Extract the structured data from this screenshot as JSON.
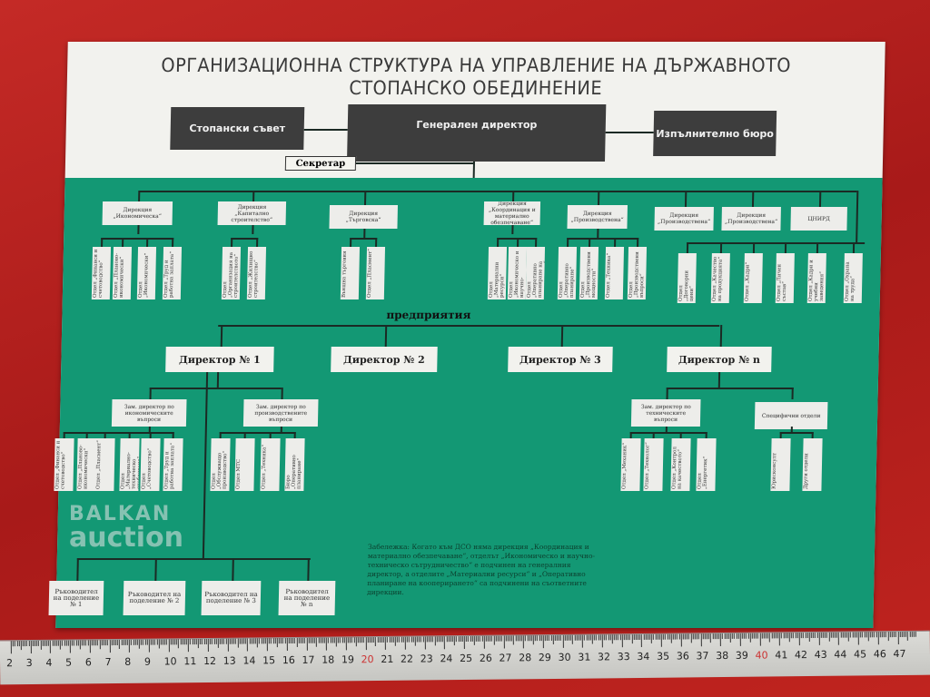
{
  "title": {
    "line1": "ОРГАНИЗАЦИОННА СТРУКТУРА НА УПРАВЛЕНИЕ НА ДЪРЖАВНОТО",
    "line2": "СТОПАНСКО ОБЕДИНЕНИЕ"
  },
  "header": {
    "council": "Стопански съвет",
    "general_director": "Генерален директор",
    "executive_bureau": "Изпълнително бюро",
    "secretary": "Секретар"
  },
  "directorates": [
    {
      "label": "Дирекция „Икономическа“",
      "subs": [
        "Отдел „Финанси и счетоводство“",
        "Отдел „Планово-икономически“",
        "Отдел „Икономически“",
        "Отдел „Труд и работна заплата“"
      ]
    },
    {
      "label": "Дирекция „Капитално строителство“",
      "subs": [
        "Отдел „Организация на строителството“",
        "Отдел „Жилищно строителство“"
      ]
    },
    {
      "label": "Дирекция „Търговска“",
      "subs": [
        "Външна търговия",
        "Отдел „Пласмент“"
      ]
    },
    {
      "label": "Дирекция „Координация и материално обезпечаване“",
      "subs": [
        "Отдел „Материални ресурси“",
        "Отдел „Икономическо и научно-техническо сътрудничество“",
        "Отдел „Оперативно планиране на коопериране“"
      ]
    },
    {
      "label": "Дирекция „Производствена“",
      "subs": [
        "Отдел „Оперативно планиране“",
        "Отдел „Производствени мощности“",
        "Отдел „Техника“",
        "Отдел „Производствени въпроси“"
      ]
    },
    {
      "label": "Дирекция „Производствена“",
      "subs": []
    },
    {
      "label": "Дирекция „Производствена“",
      "subs": []
    },
    {
      "label": "ЦНИРД",
      "subs": []
    }
  ],
  "right_subs": [
    "Отдел „Договорни цени“",
    "Отдел „Качество на продукцията“",
    "Отдел „Кадри“",
    "Отдел „Личен състав“",
    "Отдел „Кадри и учебни заведения“",
    "Отдел „Охрана на труда“"
  ],
  "enterprises_label": "предприятия",
  "directors": [
    "Директор № 1",
    "Директор № 2",
    "Директор № 3",
    "Директор № n"
  ],
  "deputies": [
    {
      "label": "Зам. директор по икономическите въпроси",
      "subs": [
        "Отдел „Финанси и счетоводство“",
        "Отдел „Планово-икономически“",
        "Отдел „Пласмент“",
        "Отдел „Материално-техническо снабдяване“",
        "Отдел „Счетоводство“",
        "Отдел „Труд и работна заплата“"
      ]
    },
    {
      "label": "Зам. директор по производствените въпроси",
      "subs": [
        "Отдел „Обслужващо производство“",
        "Отдел МТС",
        "Отдел „Техника“",
        "Бюро „Оперативно планиране“"
      ]
    },
    {
      "label": "Зам. директор по техническите въпроси",
      "subs": [
        "Отдел „Механик“",
        "Отдел „Технолог“",
        "Отдел „Контрол на качеството“",
        "Отдел „Енергетик“"
      ]
    },
    {
      "label": "Специфични отдели",
      "subs": [
        "Юрисконсулт",
        "Други отдели"
      ]
    }
  ],
  "units": [
    "Ръководител на поделение № 1",
    "Ръководител на поделение № 2",
    "Ръководител на поделение № 3",
    "Ръководител на поделение № n"
  ],
  "note": "Забележка: Когато към ДСО няма дирекция „Координация и материално обезпечаване“, отделът „Икономическо и научно-техническо сътрудничество“ е подчинен на генералния директор, а отделите „Материални ресурси“ и „Оперативно планиране на кооперирането“ са подчинени на съответните дирекции.",
  "ruler": {
    "labels": [
      "2",
      "3",
      "4",
      "5",
      "6",
      "7",
      "8",
      "9",
      "10",
      "11",
      "12",
      "13",
      "14",
      "15",
      "16",
      "17",
      "18",
      "19",
      "20",
      "21",
      "22",
      "23",
      "24",
      "25",
      "26",
      "27",
      "28",
      "29",
      "30",
      "31",
      "32",
      "33",
      "34",
      "35",
      "36",
      "37",
      "38",
      "39",
      "40",
      "41",
      "42",
      "43",
      "44",
      "45",
      "46",
      "47"
    ]
  },
  "watermark": {
    "line1": "BALKAN",
    "line2": "auction"
  },
  "colors": {
    "fabric": "#b8201e",
    "poster_green": "#139874",
    "dark_box": "#3d3d3d"
  }
}
